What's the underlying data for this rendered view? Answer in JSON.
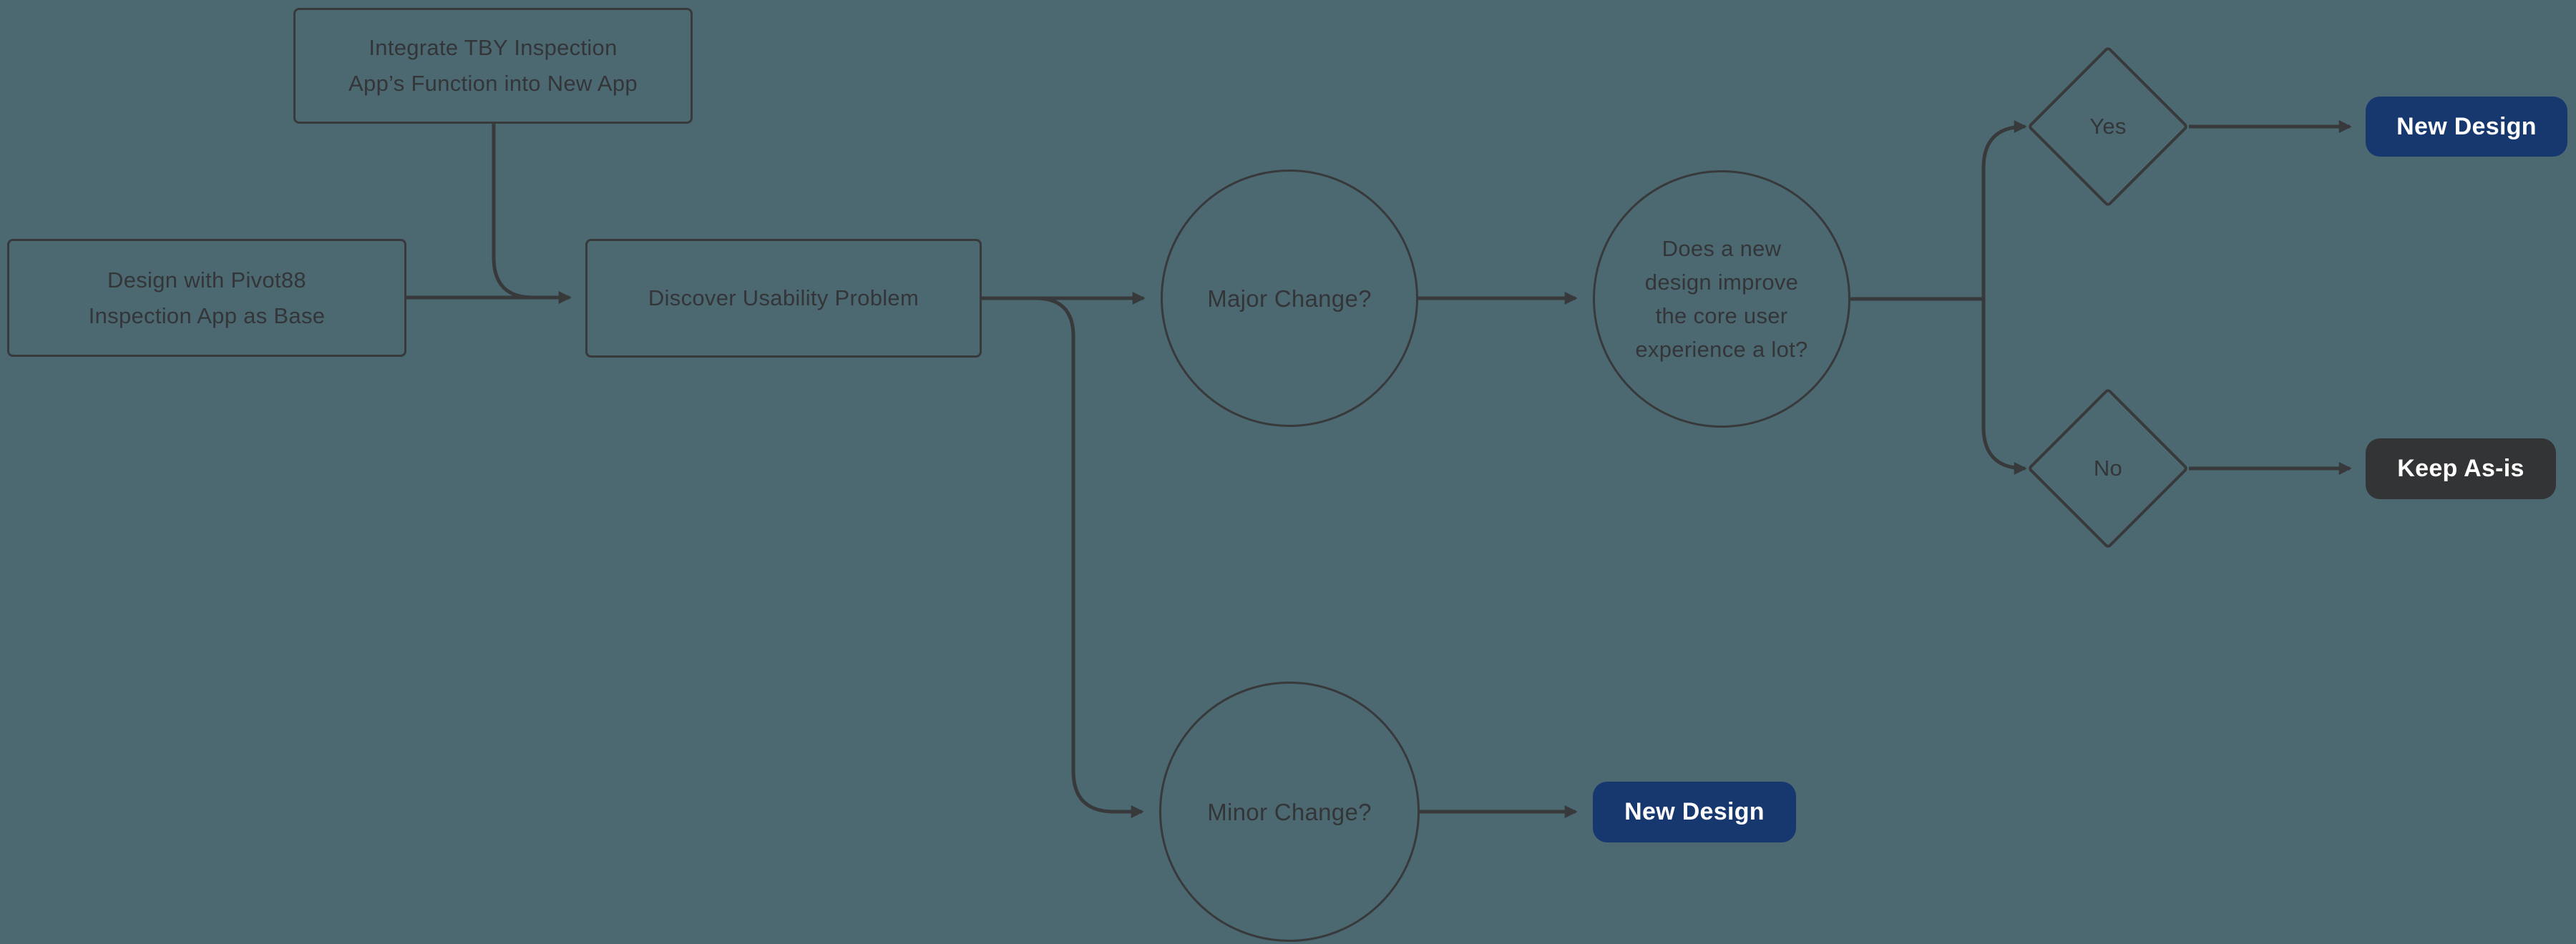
{
  "canvas": {
    "bg": "#4C6971",
    "stroke": "#37393B",
    "text_color": "#333538",
    "button_text_color": "#FFFFFF"
  },
  "flowchart": {
    "integrate_box": {
      "lines": [
        "Integrate TBY Inspection",
        "App’s Function into New App"
      ]
    },
    "design_box": {
      "lines": [
        "Design with Pivot88",
        "Inspection App as Base"
      ]
    },
    "discover_box": {
      "label": "Discover Usability Problem"
    },
    "major_circle": {
      "label": "Major Change?"
    },
    "does_circle": {
      "lines": [
        "Does a new",
        "design improve",
        "the core user",
        "experience a lot?"
      ]
    },
    "minor_circle": {
      "label": "Minor Change?"
    },
    "yes_diamond": {
      "label": "Yes"
    },
    "no_diamond": {
      "label": "No"
    },
    "new_design_top_button": {
      "label": "New Design",
      "bg": "#17386E"
    },
    "keep_as_is_button": {
      "label": "Keep As-is",
      "bg": "#333436"
    },
    "new_design_bottom_button": {
      "label": "New Design",
      "bg": "#17386E"
    }
  }
}
